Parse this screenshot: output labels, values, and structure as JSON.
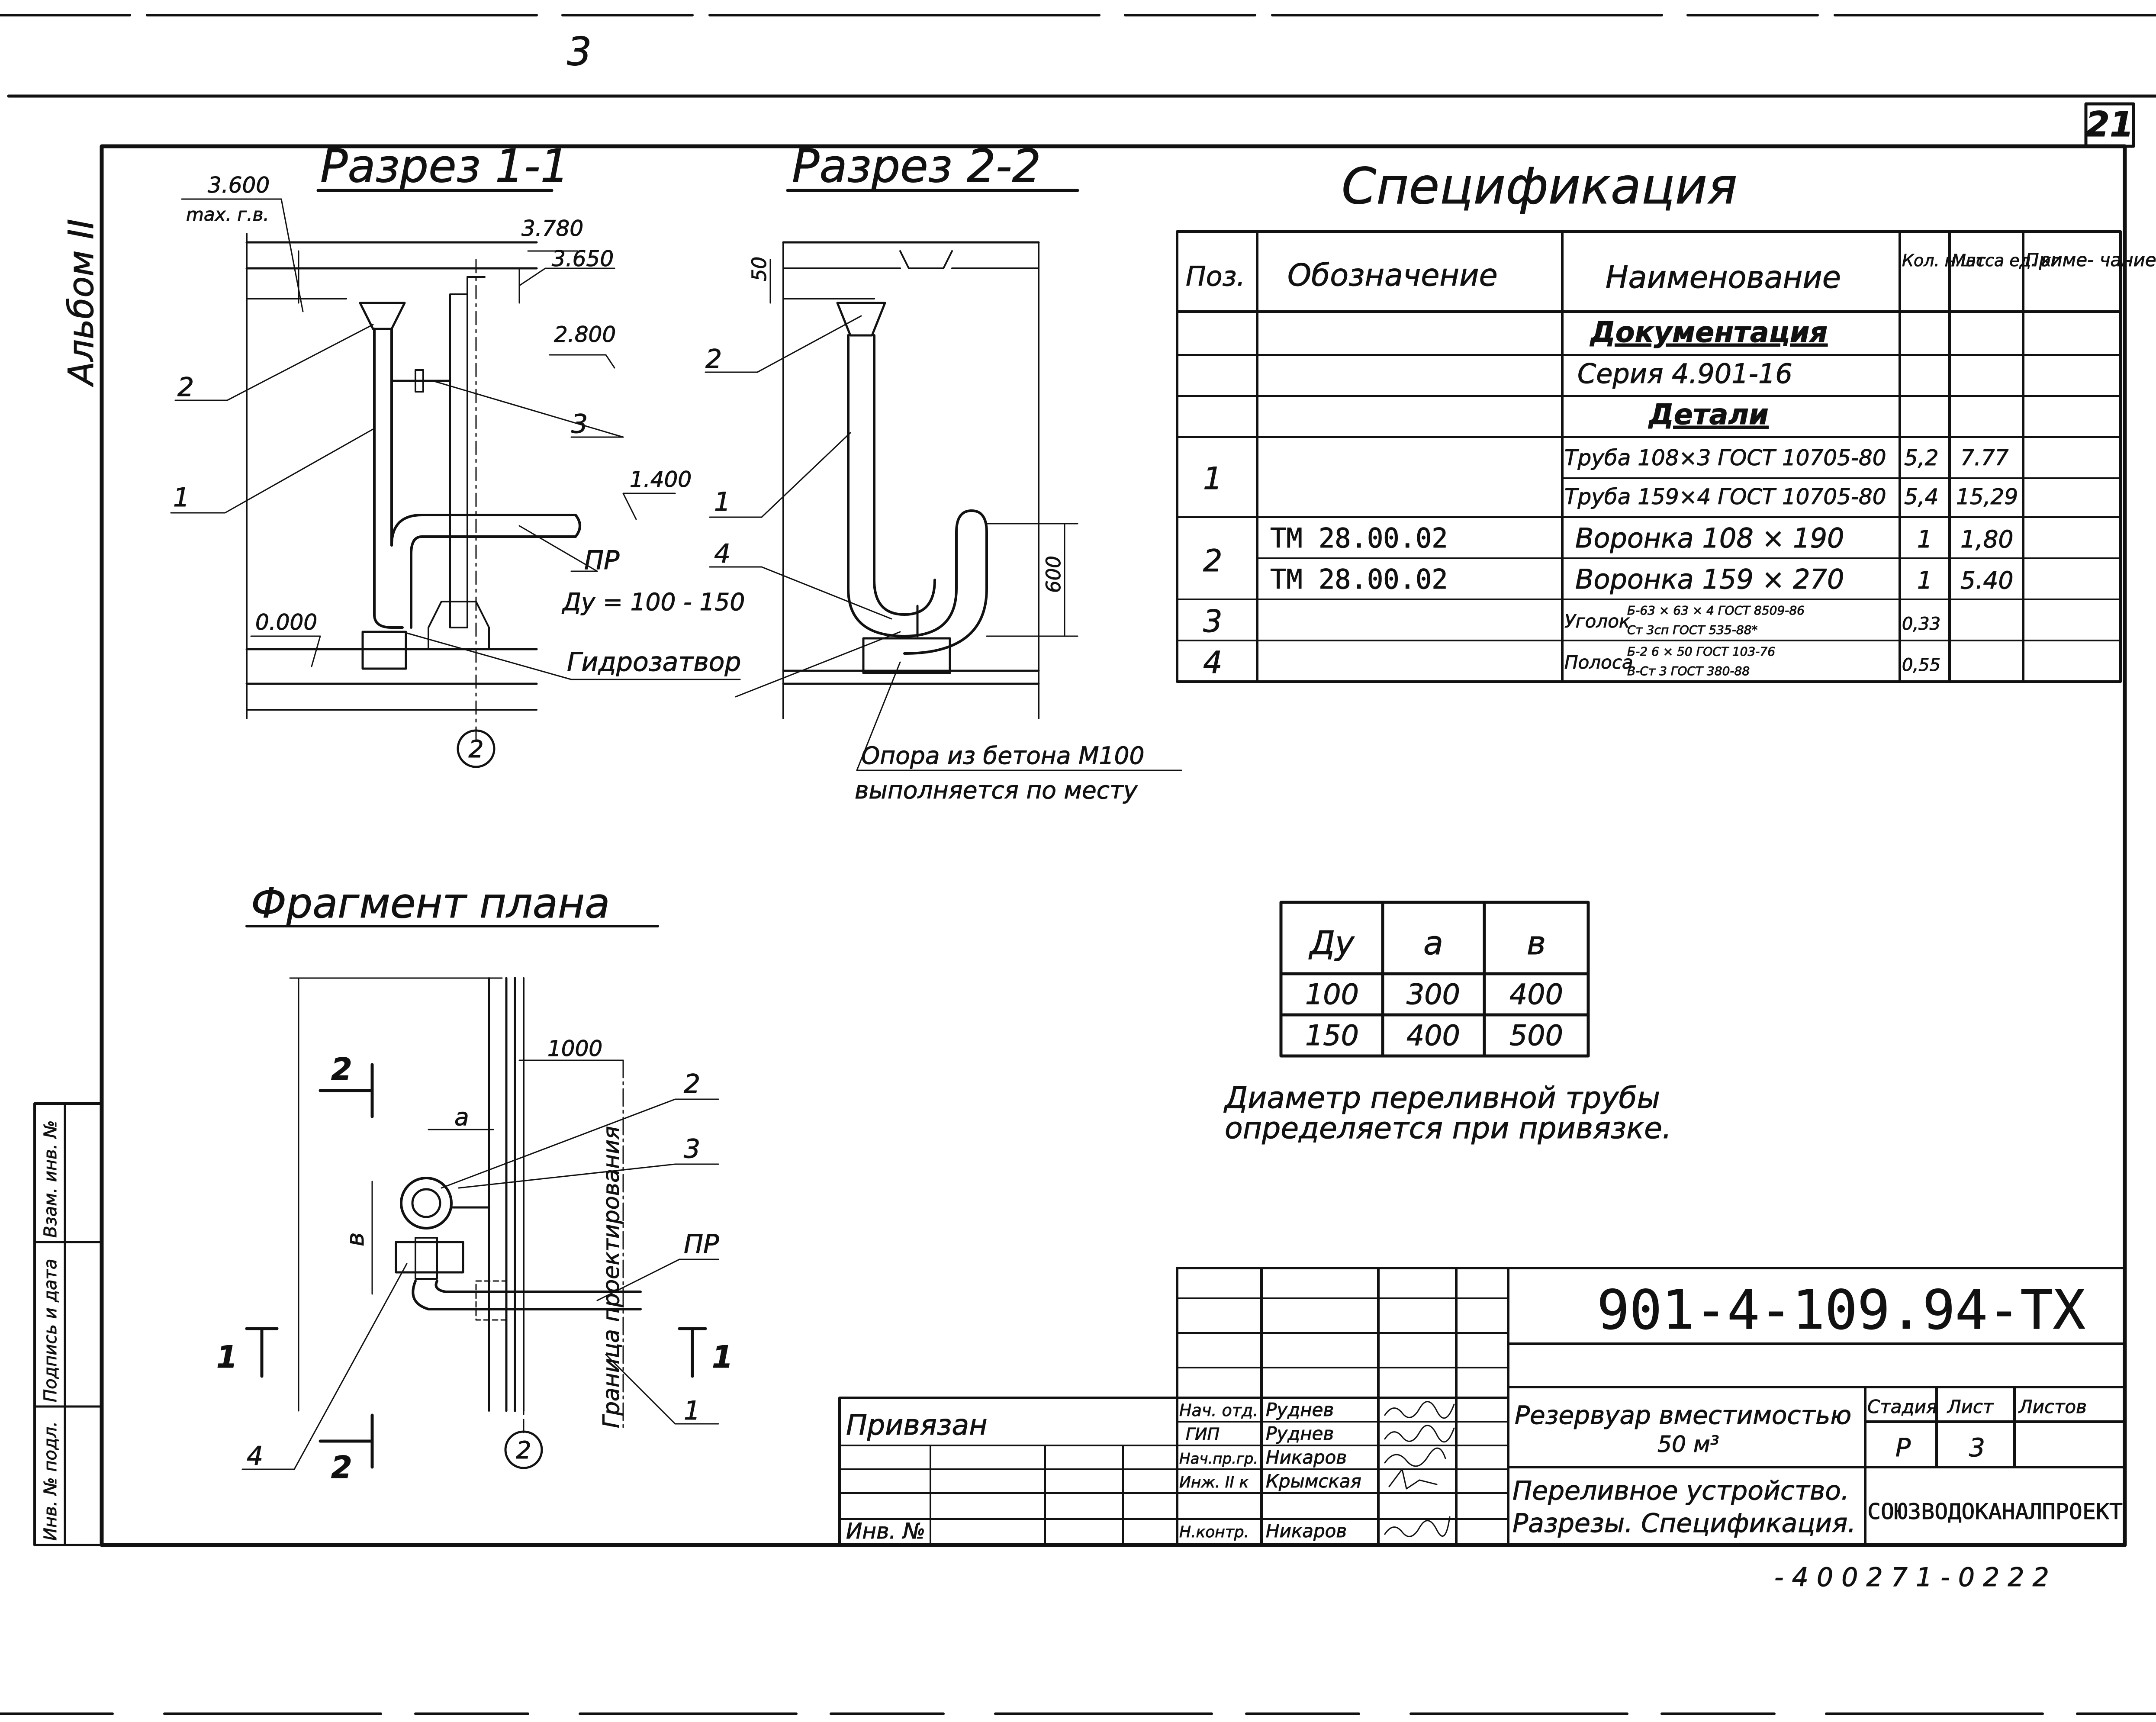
{
  "sheet": {
    "sheet_number": "21",
    "album": "Альбом II",
    "top_mark": "3",
    "bottom_stamp": "- 4 0 0 2 7 1 - 0 2   2 2"
  },
  "sections": {
    "s11": {
      "title": "Разрез 1-1",
      "el_3600": "3.600",
      "max_gv": "max. г.в.",
      "el_3780": "3.780",
      "el_3650": "3.650",
      "el_2800": "2.800",
      "el_1400": "1.400",
      "el_0000": "0.000",
      "pos_2": "2",
      "pos_1": "1",
      "pos_3": "3",
      "pr": "ПР",
      "du": "Ду = 100 - 150",
      "seal": "Гидрозатвор",
      "axis": "2"
    },
    "s22": {
      "title": "Разрез 2-2",
      "dim_50": "50",
      "dim_600": "600",
      "pos_2": "2",
      "pos_1": "1",
      "pos_4": "4",
      "support_1": "Опора из бетона М100",
      "support_2": "выполняется по месту"
    },
    "plan": {
      "title": "Фрагмент плана",
      "dim_1000": "1000",
      "dim_a": "a",
      "dim_b": "в",
      "design_border": "Граница проектирования",
      "pos_2": "2",
      "pos_3": "3",
      "pos_pr": "ПР",
      "pos_1": "1",
      "pos_4": "4",
      "cut_2_top": "2",
      "cut_2_bottom": "2",
      "cut_1_left": "1",
      "cut_1_right": "1",
      "axis": "2"
    }
  },
  "spec": {
    "title": "Спецификация",
    "headers": [
      "Поз.",
      "Обозначение",
      "Наименование",
      "Кол. н.шт",
      "Масса ед. кг",
      "Приме- чание"
    ],
    "rows": [
      {
        "pos": "",
        "code": "",
        "name": "Документация",
        "qty": "",
        "mass": "",
        "note": ""
      },
      {
        "pos": "",
        "code": "",
        "name": "Серия 4.901-16",
        "qty": "",
        "mass": "",
        "note": ""
      },
      {
        "pos": "",
        "code": "",
        "name": "Детали",
        "qty": "",
        "mass": "",
        "note": ""
      },
      {
        "pos": "1",
        "code": "",
        "name": "Труба 108×3 ГОСТ 10705-80",
        "qty": "5,2",
        "mass": "7.77",
        "note": ""
      },
      {
        "pos": "",
        "code": "",
        "name": "Труба 159×4 ГОСТ 10705-80",
        "qty": "5,4",
        "mass": "15,29",
        "note": ""
      },
      {
        "pos": "2",
        "code": "ТМ 28.00.02",
        "name": "Воронка 108 × 190",
        "qty": "1",
        "mass": "1,80",
        "note": ""
      },
      {
        "pos": "",
        "code": "ТМ 28.00.02",
        "name": "Воронка 159 × 270",
        "qty": "1",
        "mass": "5.40",
        "note": ""
      },
      {
        "pos": "3",
        "code": "",
        "name": "Уголок",
        "name_a": "Б-63 × 63 × 4 ГОСТ 8509-86",
        "name_b": "Ст 3сп ГОСТ 535-88*",
        "qty": "0,33",
        "mass": "",
        "note": ""
      },
      {
        "pos": "4",
        "code": "",
        "name": "Полоса",
        "name_a": "Б-2 6 × 50 ГОСТ 103-76",
        "name_b": "В-Ст 3 ГОСТ 380-88",
        "qty": "0,55",
        "mass": "",
        "note": ""
      }
    ]
  },
  "du_table": {
    "headers": [
      "Ду",
      "a",
      "в"
    ],
    "rows": [
      [
        "100",
        "300",
        "400"
      ],
      [
        "150",
        "400",
        "500"
      ]
    ],
    "note_1": "Диаметр переливной трубы",
    "note_2": "определяется при привязке."
  },
  "title_block": {
    "doc_code": "901-4-109.94-ТХ",
    "object": "Резервуар вместимостью",
    "object_2": "50 м³",
    "drawing": "Переливное устройство.",
    "drawing_2": "Разрезы. Спецификация.",
    "stage_h": "Стадия",
    "sheet_h": "Лист",
    "sheets_h": "Листов",
    "stage": "Р",
    "sheet": "3",
    "sheets": "",
    "org": "СОЮЗВОДОКАНАЛПРОЕКТ",
    "privyazan": "Привязан",
    "inv": "Инв. №",
    "staff": [
      {
        "role": "Нач. отд.",
        "name": "Руднев"
      },
      {
        "role": "ГИП",
        "name": "Руднев"
      },
      {
        "role": "Нач.пр.гр.",
        "name": "Никаров"
      },
      {
        "role": "Инж. II к",
        "name": "Крымская"
      },
      {
        "role": "",
        "name": ""
      },
      {
        "role": "Н.контр.",
        "name": "Никаров"
      }
    ]
  },
  "side_stamp": {
    "inv_orig": "Инв. № подл.",
    "sign_date": "Подпись и дата",
    "vzam": "Взам. инв. №"
  }
}
